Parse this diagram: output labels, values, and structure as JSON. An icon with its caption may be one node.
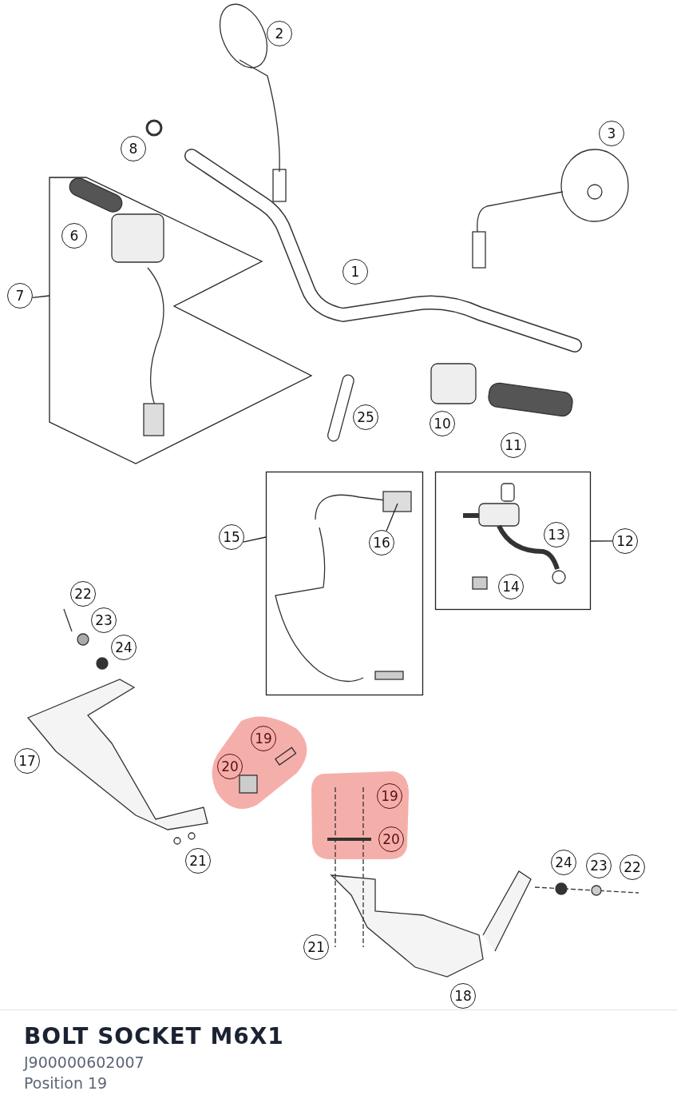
{
  "diagram": {
    "title": "BOLT SOCKET M6X1",
    "nodes": [
      {
        "text": [
          "2"
        ]
      },
      {
        "text": [
          "8"
        ]
      },
      {
        "text": [
          "3"
        ]
      },
      {
        "text": [],
        "shape": "polygon"
      },
      {
        "text": [
          "6"
        ],
        "in": 3
      },
      {
        "text": [
          "1"
        ]
      },
      {
        "text": [
          "7"
        ]
      },
      {
        "text": [
          "25"
        ]
      },
      {
        "text": [
          "10"
        ]
      },
      {
        "text": [
          "11"
        ]
      },
      {
        "text": [],
        "shape": "box"
      },
      {
        "text": [
          "16"
        ],
        "in": 10
      },
      {
        "text": [],
        "shape": "box"
      },
      {
        "text": [
          "13"
        ],
        "in": 12
      },
      {
        "text": [
          "14"
        ],
        "in": 12
      },
      {
        "text": [
          "15"
        ]
      },
      {
        "text": [
          "12"
        ]
      },
      {
        "text": [
          "22"
        ]
      },
      {
        "text": [
          "23"
        ]
      },
      {
        "text": [
          "24"
        ]
      },
      {
        "text": [
          "17"
        ]
      },
      {
        "text": [],
        "shape": "blob"
      },
      {
        "text": [
          "19"
        ],
        "in": 21
      },
      {
        "text": [
          "20"
        ],
        "in": 21
      },
      {
        "text": [
          "21"
        ]
      },
      {
        "text": [],
        "shape": "blob"
      },
      {
        "text": [
          "19"
        ],
        "in": 25
      },
      {
        "text": [
          "20"
        ],
        "in": 25
      },
      {
        "text": [
          "24"
        ]
      },
      {
        "text": [
          "23"
        ]
      },
      {
        "text": [
          "22"
        ]
      },
      {
        "text": [
          "21"
        ]
      },
      {
        "text": [
          "18"
        ]
      }
    ],
    "edges": [
      {
        "from": 6,
        "to": 3,
        "arrow": "none"
      },
      {
        "from": 15,
        "to": 10,
        "arrow": "none"
      },
      {
        "from": 16,
        "to": 12,
        "arrow": "none"
      },
      {
        "from": 11,
        "to": null,
        "arrow": "none"
      }
    ],
    "labels": [
      "J900000602007",
      "Position 19"
    ]
  }
}
